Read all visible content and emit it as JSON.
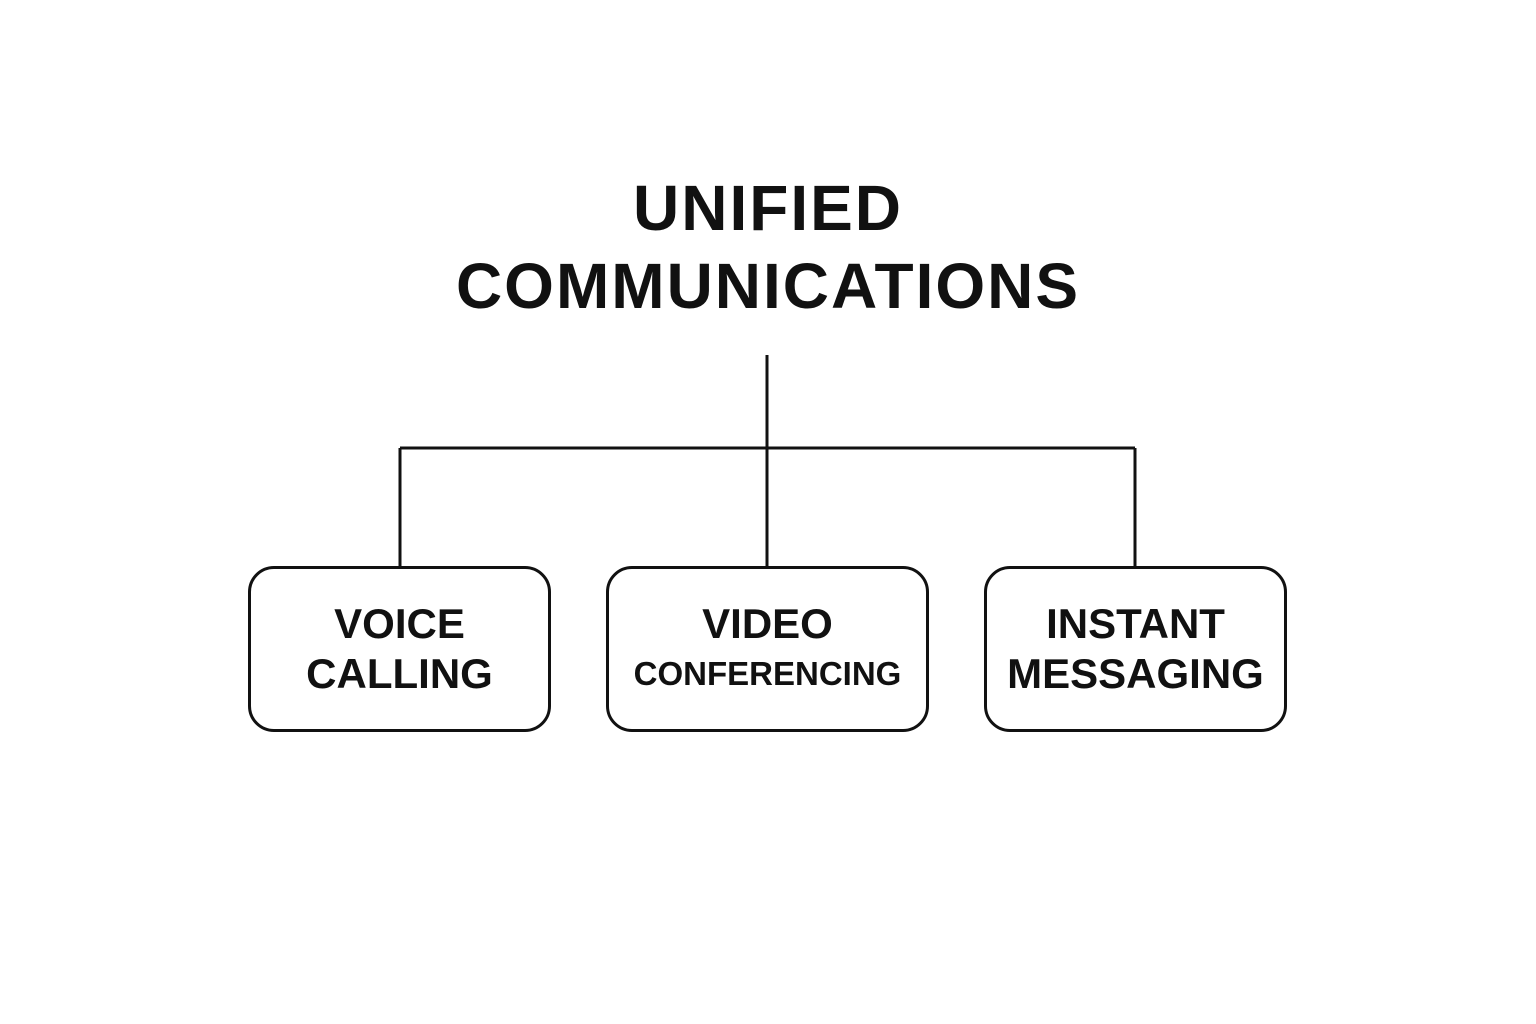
{
  "title": {
    "line1": "UNIFIED",
    "line2": "COMMUNICATIONS"
  },
  "children": [
    {
      "line1": "VOICE",
      "line2": "CALLING"
    },
    {
      "line1": "VIDEO",
      "line2": "CONFERENCING"
    },
    {
      "line1": "INSTANT",
      "line2": "MESSAGING"
    }
  ]
}
